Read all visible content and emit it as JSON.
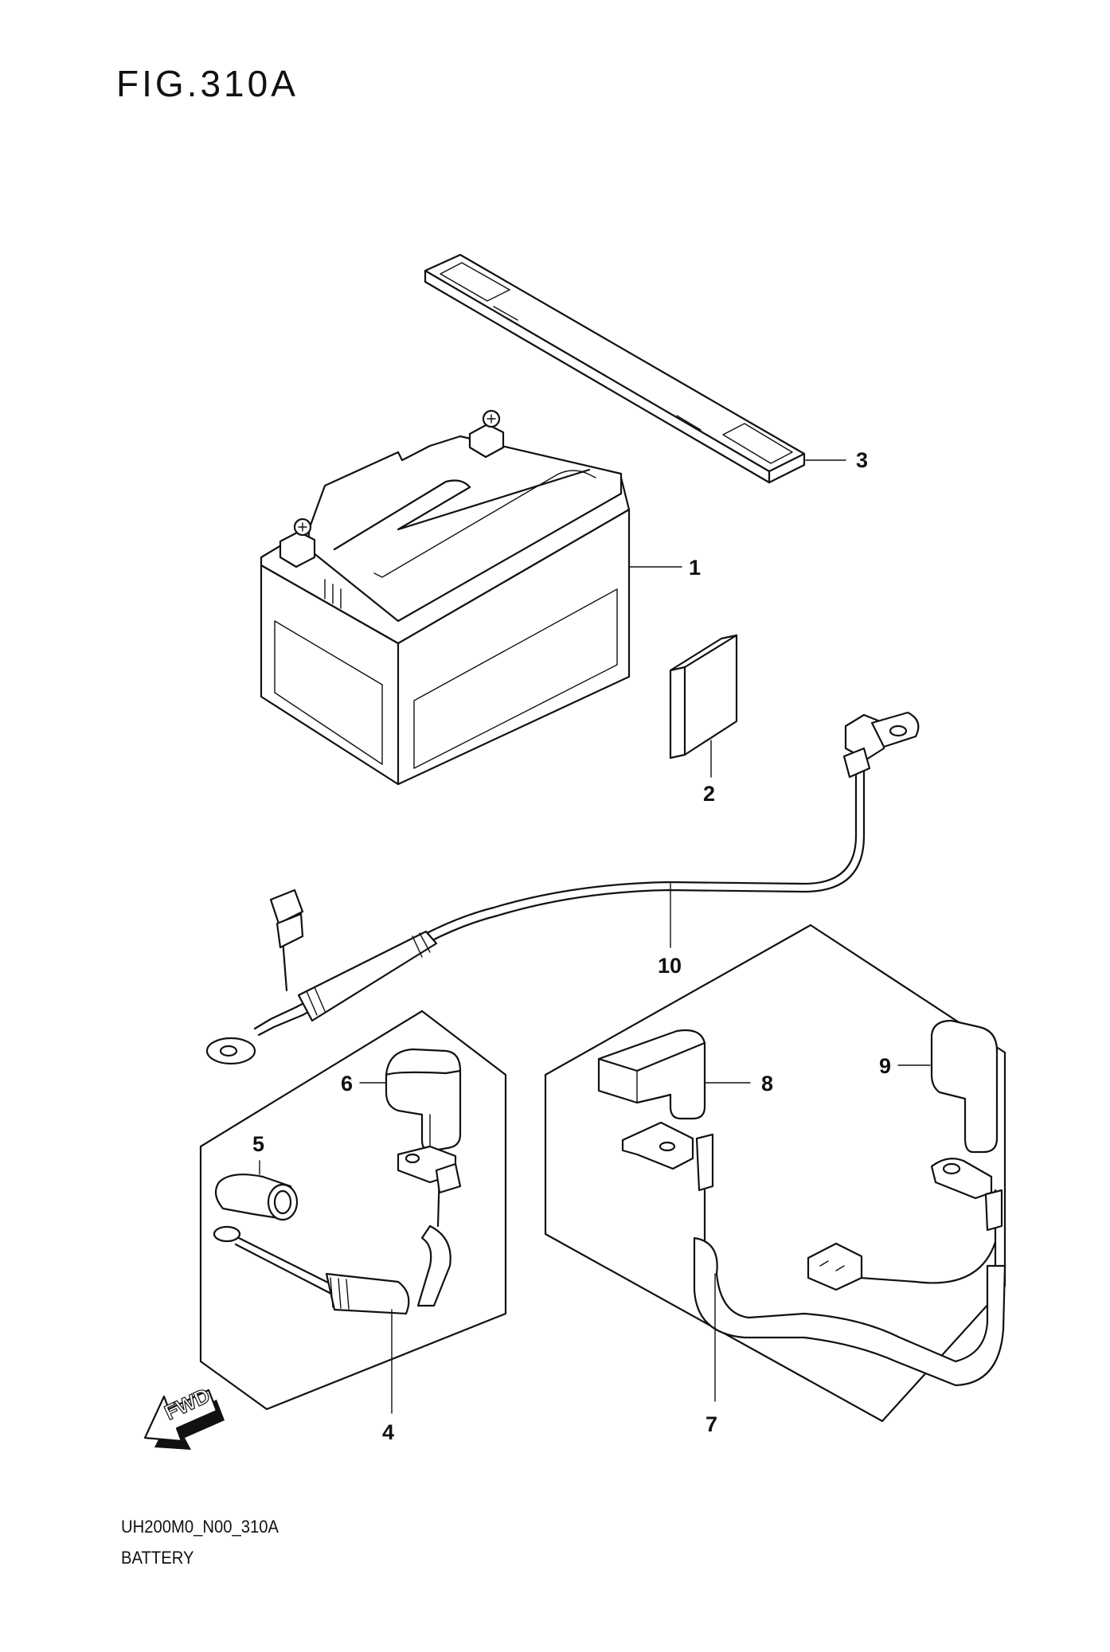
{
  "figure": {
    "title": "FIG.310A",
    "code": "UH200M0_N00_310A",
    "name": "BATTERY"
  },
  "callouts": [
    {
      "id": "part-1",
      "label": "1"
    },
    {
      "id": "part-2",
      "label": "2"
    },
    {
      "id": "part-3",
      "label": "3"
    },
    {
      "id": "part-4",
      "label": "4"
    },
    {
      "id": "part-5",
      "label": "5"
    },
    {
      "id": "part-6",
      "label": "6"
    },
    {
      "id": "part-7",
      "label": "7"
    },
    {
      "id": "part-8",
      "label": "8"
    },
    {
      "id": "part-9",
      "label": "9"
    },
    {
      "id": "part-10",
      "label": "10"
    }
  ],
  "fwd_arrow": {
    "label": "FWD",
    "icon": "fwd-arrow-icon"
  },
  "colors": {
    "line": "#111111",
    "background": "#ffffff"
  }
}
